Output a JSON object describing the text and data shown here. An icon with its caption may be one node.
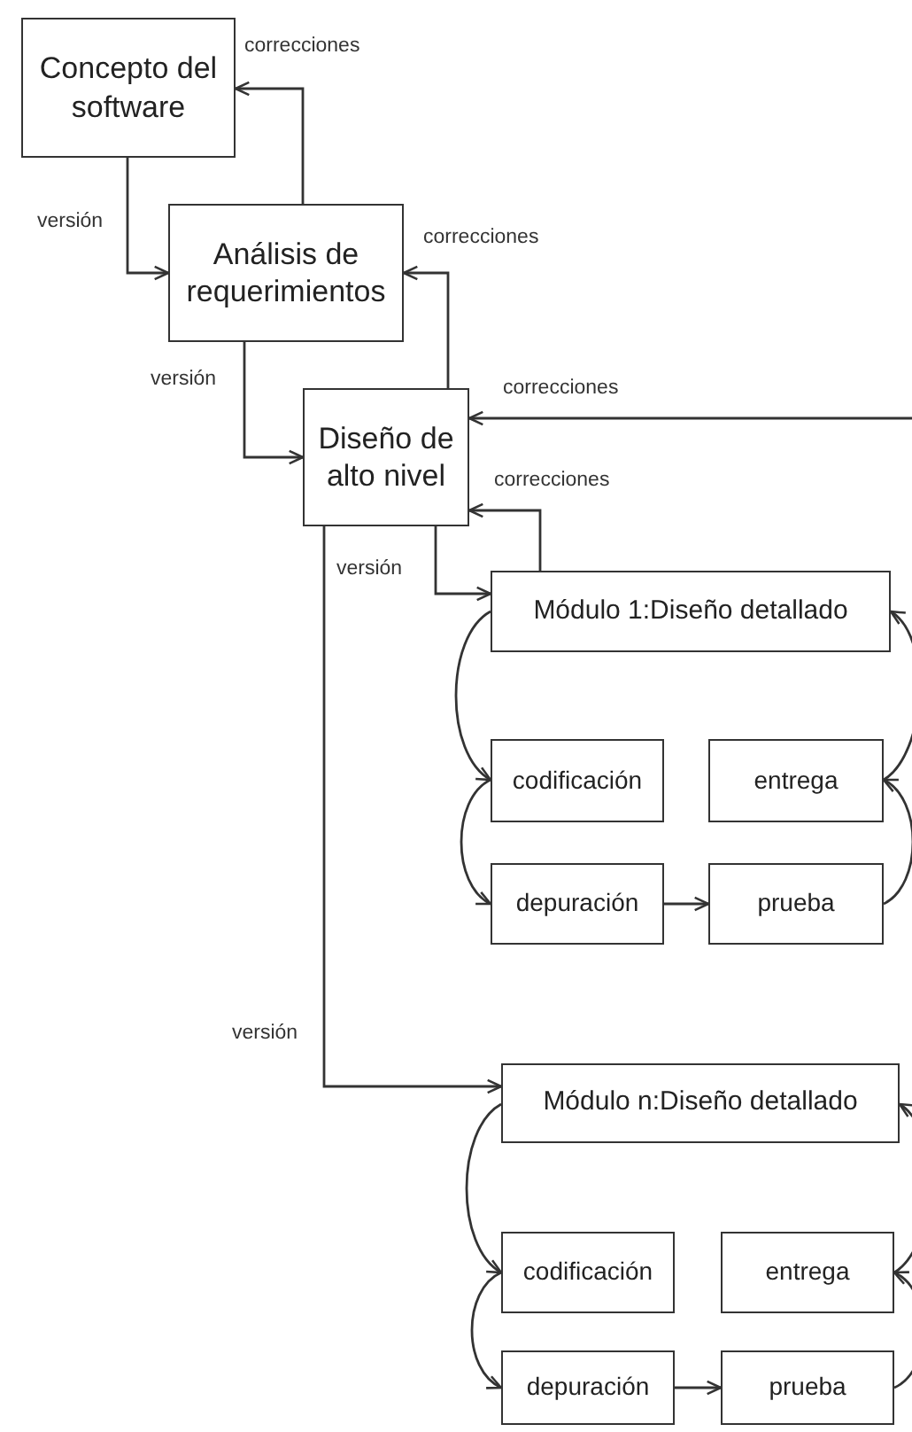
{
  "diagram": {
    "nodes": [
      {
        "text": [
          "Concepto del software"
        ]
      },
      {
        "text": [
          "Análisis de requerimientos"
        ]
      },
      {
        "text": [
          "Diseño de alto nivel"
        ]
      },
      {
        "text": [
          "Módulo 1:Diseño detallado"
        ]
      },
      {
        "text": [
          "codificación"
        ]
      },
      {
        "text": [
          "entrega"
        ]
      },
      {
        "text": [
          "depuración"
        ]
      },
      {
        "text": [
          "prueba"
        ]
      },
      {
        "text": [
          "Módulo n:Diseño detallado"
        ]
      },
      {
        "text": [
          "codificación"
        ]
      },
      {
        "text": [
          "entrega"
        ]
      },
      {
        "text": [
          "depuración"
        ]
      },
      {
        "text": [
          "prueba"
        ]
      }
    ],
    "edges": [
      {
        "from": 0,
        "to": 1,
        "arrow": "to",
        "label": "versión"
      },
      {
        "from": 1,
        "to": 0,
        "arrow": "to",
        "label": "correcciones"
      },
      {
        "from": 1,
        "to": 2,
        "arrow": "to",
        "label": "versión"
      },
      {
        "from": 2,
        "to": 1,
        "arrow": "to",
        "label": "correcciones"
      },
      {
        "from": null,
        "to": 2,
        "arrow": "to",
        "label": "correcciones"
      },
      {
        "from": 3,
        "to": 2,
        "arrow": "to",
        "label": "correcciones"
      },
      {
        "from": 2,
        "to": 3,
        "arrow": "to",
        "label": "versión"
      },
      {
        "from": 2,
        "to": 8,
        "arrow": "to",
        "label": "versión"
      },
      {
        "from": 3,
        "to": 4,
        "arrow": "to"
      },
      {
        "from": 4,
        "to": 6,
        "arrow": "to"
      },
      {
        "from": 6,
        "to": 7,
        "arrow": "to"
      },
      {
        "from": 7,
        "to": 5,
        "arrow": "to"
      },
      {
        "from": 5,
        "to": 3,
        "arrow": "to"
      },
      {
        "from": 8,
        "to": 9,
        "arrow": "to"
      },
      {
        "from": 9,
        "to": 11,
        "arrow": "to"
      },
      {
        "from": 11,
        "to": 12,
        "arrow": "to"
      },
      {
        "from": 12,
        "to": 10,
        "arrow": "to"
      },
      {
        "from": 10,
        "to": 8,
        "arrow": "to"
      }
    ]
  }
}
